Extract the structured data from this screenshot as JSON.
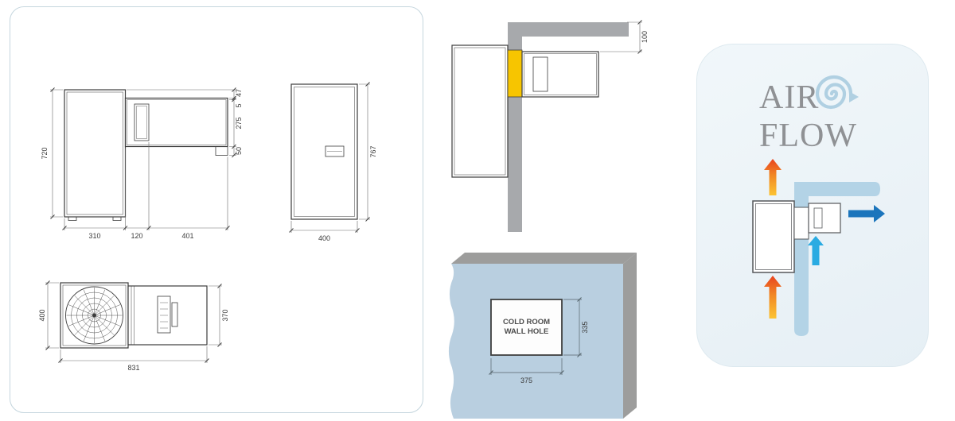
{
  "colors": {
    "line_dark": "#3c3c3c",
    "wall_gray": "#a7a9ac",
    "edge_gray": "#9d9d9c",
    "hole_wall_blue": "#b9cfe0",
    "highlight_yellow": "#f7c500",
    "airflow_wall_blue": "#b3d3e6",
    "hot_air_top": "#e8431f",
    "hot_air_bottom": "#fcc433",
    "cold_air_blue": "#1b75bc",
    "return_air_cyan": "#2aabe2",
    "airflow_panel_bg": "#edf4f8"
  },
  "dimension_drawings": {
    "side_view": {
      "height": "720",
      "width_left": "310",
      "width_mid": "120",
      "width_right": "401",
      "offset_top": "47",
      "offset_lip": "5",
      "duct_height": "275",
      "bracket_offset": "50"
    },
    "front_view": {
      "width": "400",
      "height": "767"
    },
    "top_view": {
      "depth_left": "400",
      "depth_right": "370",
      "total_width": "831"
    }
  },
  "installation_view": {
    "ceiling_clearance": "100"
  },
  "wall_hole_view": {
    "label_line1": "COLD ROOM",
    "label_line2": "WALL HOLE",
    "hole_width": "375",
    "hole_height": "335"
  },
  "airflow_view": {
    "title_word1": "AIR",
    "title_word2": "FLOW"
  }
}
